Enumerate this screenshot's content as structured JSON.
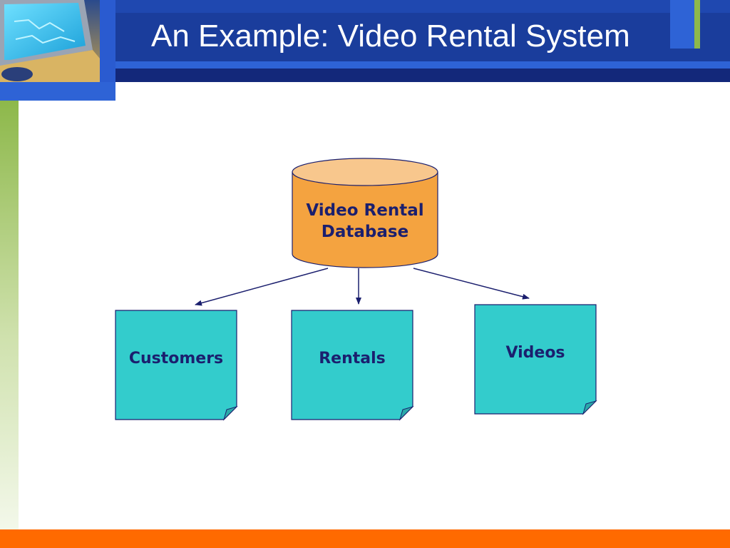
{
  "slide": {
    "title": "An Example: Video Rental System"
  },
  "diagram": {
    "database": {
      "line1": "Video Rental",
      "line2": "Database"
    },
    "tables": [
      {
        "label": "Customers"
      },
      {
        "label": "Rentals"
      },
      {
        "label": "Videos"
      }
    ]
  },
  "theme": {
    "header_blue": "#1a3d9c",
    "accent_green": "#8db84a",
    "bottom_orange": "#ff6a00",
    "database_fill": "#f4a340",
    "database_top": "#f8c78d",
    "table_fill": "#33cccc",
    "text_navy": "#1b1f6e"
  }
}
